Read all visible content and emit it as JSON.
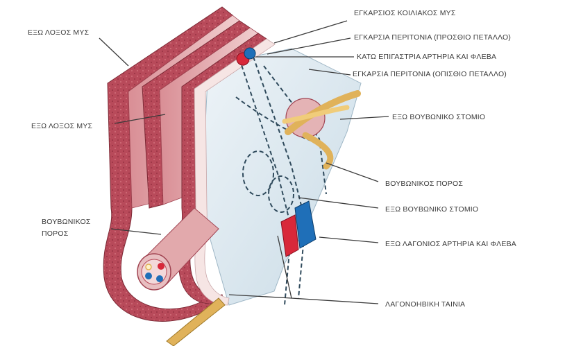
{
  "labels": {
    "external_oblique_top": "ΕΞΩ ΛΟΞΟΣ ΜΥΣ",
    "external_oblique_mid": "ΕΞΩ ΛΟΞΟΣ ΜΥΣ",
    "inguinal_canal_left": "ΒΟΥΒΩΝΙΚΟΣ ΠΟΡΟΣ",
    "transversus_abdominis": "ΕΓΚΑΡΣΙΟΣ ΚΟΙΛΙΑΚΟΣ ΜΥΣ",
    "transversalis_fascia_anterior": "ΕΓΚΑΡΣΙΑ ΠΕΡΙΤΟΝΙΑ (ΠΡΟΣΘΙΟ ΠΕΤΑΛΛΟ)",
    "inferior_epigastric_vessels": "ΚΑΤΩ ΕΠΙΓΑΣΤΡΙΑ ΑΡΤΗΡΙΑ ΚΑΙ ΦΛΕΒΑ",
    "transversalis_fascia_posterior": "ΕΓΚΑΡΣΙΑ ΠΕΡΙΤΟΝΙΑ (ΟΠΙΣΘΙΟ ΠΕΤΑΛΛΟ)",
    "external_inguinal_ring_top": "ΕΞΩ ΒΟΥΒΩΝΙΚΟ ΣΤΟΜΙΟ",
    "inguinal_canal_right": "ΒΟΥΒΩΝΙΚΟΣ ΠΟΡΟΣ",
    "external_inguinal_ring_bottom": "ΕΞΩ ΒΟΥΒΩΝΙΚΟ ΣΤΟΜΙΟ",
    "external_iliac_vessels": "ΕΞΩ ΛΑΓΟΝΙΟΣ ΑΡΤΗΡΙΑ ΚΑΙ ΦΛΕΒΑ",
    "iliopubic_tract": "ΛΑΓΟΝΟΗΒΙΚΗ ΤΑΙΝΙΑ"
  },
  "colors": {
    "muscle": "#b84a5a",
    "muscle_light": "#e4b3b5",
    "fascia": "#d9e6ee",
    "artery": "#d8283a",
    "vein": "#1f6fb8",
    "cord": "#e0b25a",
    "leader": "#3a3a3a"
  }
}
